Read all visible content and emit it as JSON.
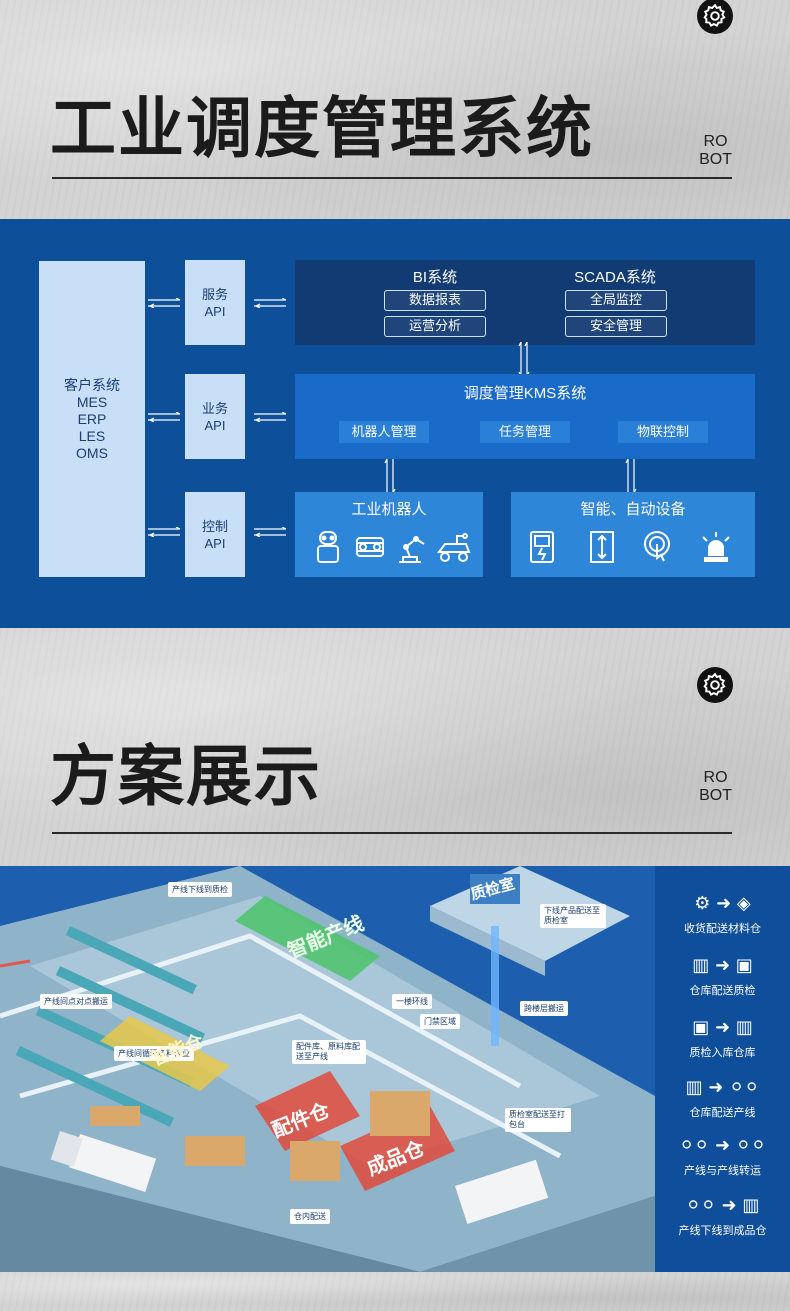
{
  "section1": {
    "title": "工业调度管理系统",
    "badge_line1": "RO",
    "badge_line2": "BOT"
  },
  "diagram": {
    "client": {
      "title": "客户系统",
      "items": [
        "MES",
        "ERP",
        "LES",
        "OMS"
      ]
    },
    "apis": [
      {
        "line1": "服务",
        "line2": "API"
      },
      {
        "line1": "业务",
        "line2": "API"
      },
      {
        "line1": "控制",
        "line2": "API"
      }
    ],
    "bi": {
      "title": "BI系统",
      "items": [
        "数据报表",
        "运营分析"
      ]
    },
    "scada": {
      "title": "SCADA系统",
      "items": [
        "全局监控",
        "安全管理"
      ]
    },
    "kms": {
      "title": "调度管理KMS系统",
      "items": [
        "机器人管理",
        "任务管理",
        "物联控制"
      ]
    },
    "robots": {
      "title": "工业机器人"
    },
    "devices": {
      "title": "智能、自动设备"
    }
  },
  "section2": {
    "title": "方案展示",
    "badge_line1": "RO",
    "badge_line2": "BOT"
  },
  "scene": {
    "tags": [
      "产线下线到质检",
      "下线产品配送至质检室",
      "产线间点对点搬运",
      "产线间循环送料作业",
      "配件库、原料库配送至产线",
      "跨楼层搬运",
      "质检室配送至打包台",
      "仓内配送",
      "一楼环线",
      "门禁区域"
    ],
    "zones": [
      "智能产线",
      "智能仓",
      "配件仓",
      "成品仓",
      "质检室"
    ]
  },
  "legend": {
    "items": [
      "收货配送材料仓",
      "仓库配送质检",
      "质检入库仓库",
      "仓库配送产线",
      "产线与产线转运",
      "产线下线到成品仓"
    ]
  },
  "colors": {
    "diagram_bg": "#0e4f99",
    "panel_dark": "#123a73",
    "panel_mid": "#1a6bc9",
    "panel_light": "#2e86d9",
    "api_bg": "#c9def7"
  }
}
